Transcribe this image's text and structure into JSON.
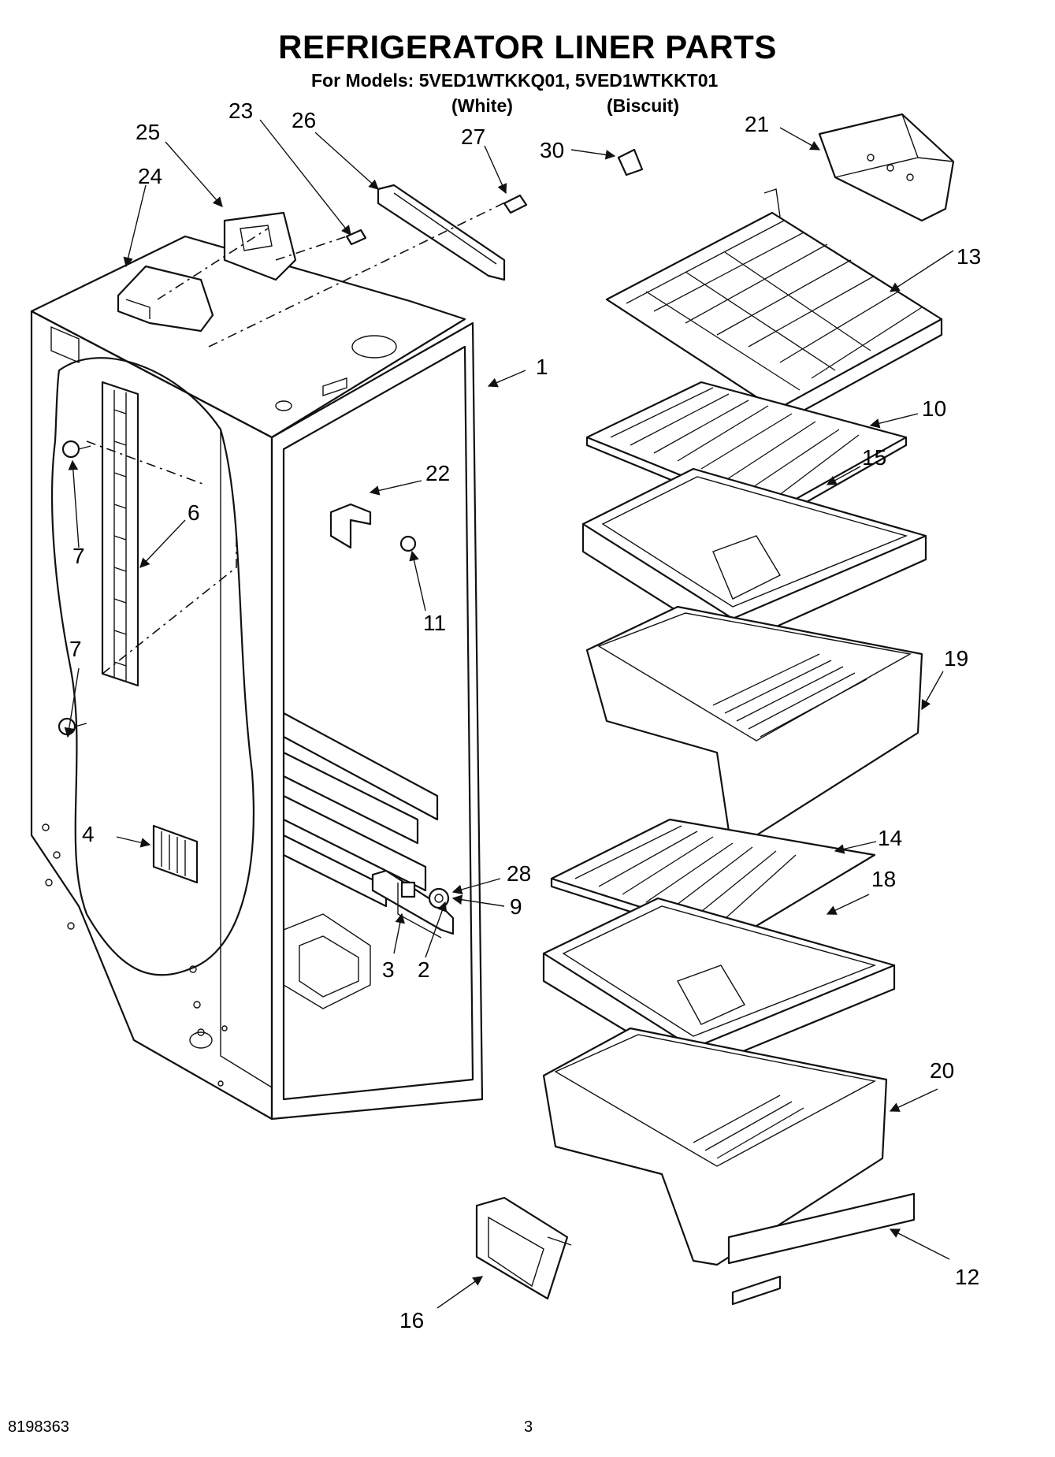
{
  "header": {
    "title": "REFRIGERATOR LINER PARTS",
    "models_line": "For Models: 5VED1WTKKQ01, 5VED1WTKKT01",
    "variant_white": "(White)",
    "variant_biscuit": "(Biscuit)"
  },
  "footer": {
    "doc_number": "8198363",
    "page_number": "3"
  },
  "callouts": [
    "1",
    "2",
    "3",
    "4",
    "6",
    "7",
    "7",
    "9",
    "10",
    "11",
    "12",
    "13",
    "14",
    "15",
    "16",
    "18",
    "19",
    "20",
    "21",
    "22",
    "23",
    "24",
    "25",
    "26",
    "27",
    "28",
    "30"
  ]
}
